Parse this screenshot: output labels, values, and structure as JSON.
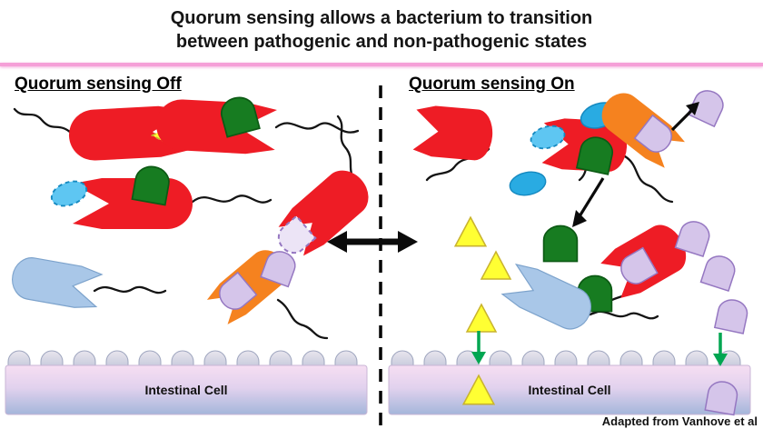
{
  "title": {
    "line1": "Quorum sensing allows a bacterium to transition",
    "line2": "between pathogenic and non-pathogenic states"
  },
  "panels": {
    "left": {
      "heading": "Quorum sensing Off",
      "cell_label": "Intestinal Cell"
    },
    "right": {
      "heading": "Quorum sensing On",
      "cell_label": "Intestinal Cell"
    }
  },
  "attribution": "Adapted from Vanhove et al",
  "colors": {
    "red_bacterium": "#ee1c25",
    "orange_bacterium": "#f5821f",
    "light_blue_bacterium": "#a9c7e8",
    "light_blue_stroke": "#7da3cc",
    "yellow_autoinducer": "#ffff33",
    "yellow_stroke": "#c9b32e",
    "green_receptor": "#177c21",
    "green_stroke": "#0c5a14",
    "blue_oval": "#29abe2",
    "blue_oval_light": "#5ec6f2",
    "blue_oval_stroke": "#1589c0",
    "purple_molecule": "#d5c5ea",
    "purple_empty": "#ece4f6",
    "purple_stroke": "#9577c1",
    "arrow_black": "#0b0b0b",
    "green_arrow": "#00a651",
    "divider": "#000000",
    "flagella": "#141414",
    "title_rule": "#f59fd7",
    "cell_top": "#f6def2",
    "cell_mid": "#e2d2ee",
    "cell_bottom": "#a4b6da",
    "bump_top": "#e8e5ee",
    "bump_bottom": "#a9b2cc"
  }
}
